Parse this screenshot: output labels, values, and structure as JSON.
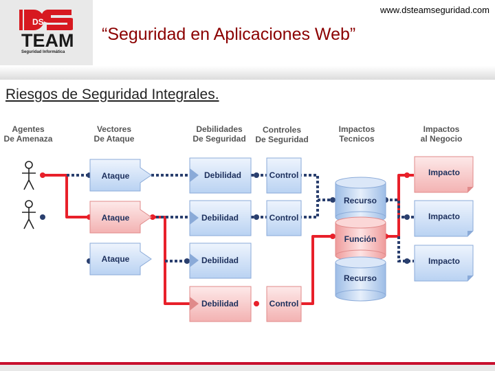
{
  "logo": {
    "brand_top": "DS",
    "brand_bottom": "TEAM",
    "tagline": "Seguridad Informática"
  },
  "website": "www.dsteamseguridad.com",
  "title": "“Seguridad en Aplicaciones Web”",
  "subtitle": "Riesgos de Seguridad Integrales.",
  "columns": {
    "agentes": [
      "Agentes",
      "De Amenaza"
    ],
    "vectores": [
      "Vectores",
      "De Ataque"
    ],
    "debilidades": [
      "Debilidades",
      "De Seguridad"
    ],
    "controles": [
      "Controles",
      "De Seguridad"
    ],
    "tecnicos": [
      "Impactos",
      "Tecnicos"
    ],
    "negocio": [
      "Impactos",
      "al Negocio"
    ]
  },
  "attacks": [
    "Ataque",
    "Ataque",
    "Ataque"
  ],
  "weaknesses": [
    "Debilidad",
    "Debilidad",
    "Debilidad",
    "Debilidad"
  ],
  "controls": [
    "Control",
    "Control",
    "Control"
  ],
  "resources": [
    "Recurso",
    "Función",
    "Recurso"
  ],
  "impacts": [
    "Impacto",
    "Impacto",
    "Impacto"
  ],
  "colors": {
    "red": "#e8202a",
    "dark_blue": "#2a3f6e",
    "blue_fill": "#c5daf5",
    "red_fill": "#f6c3c3",
    "title_red": "#8b0000"
  }
}
